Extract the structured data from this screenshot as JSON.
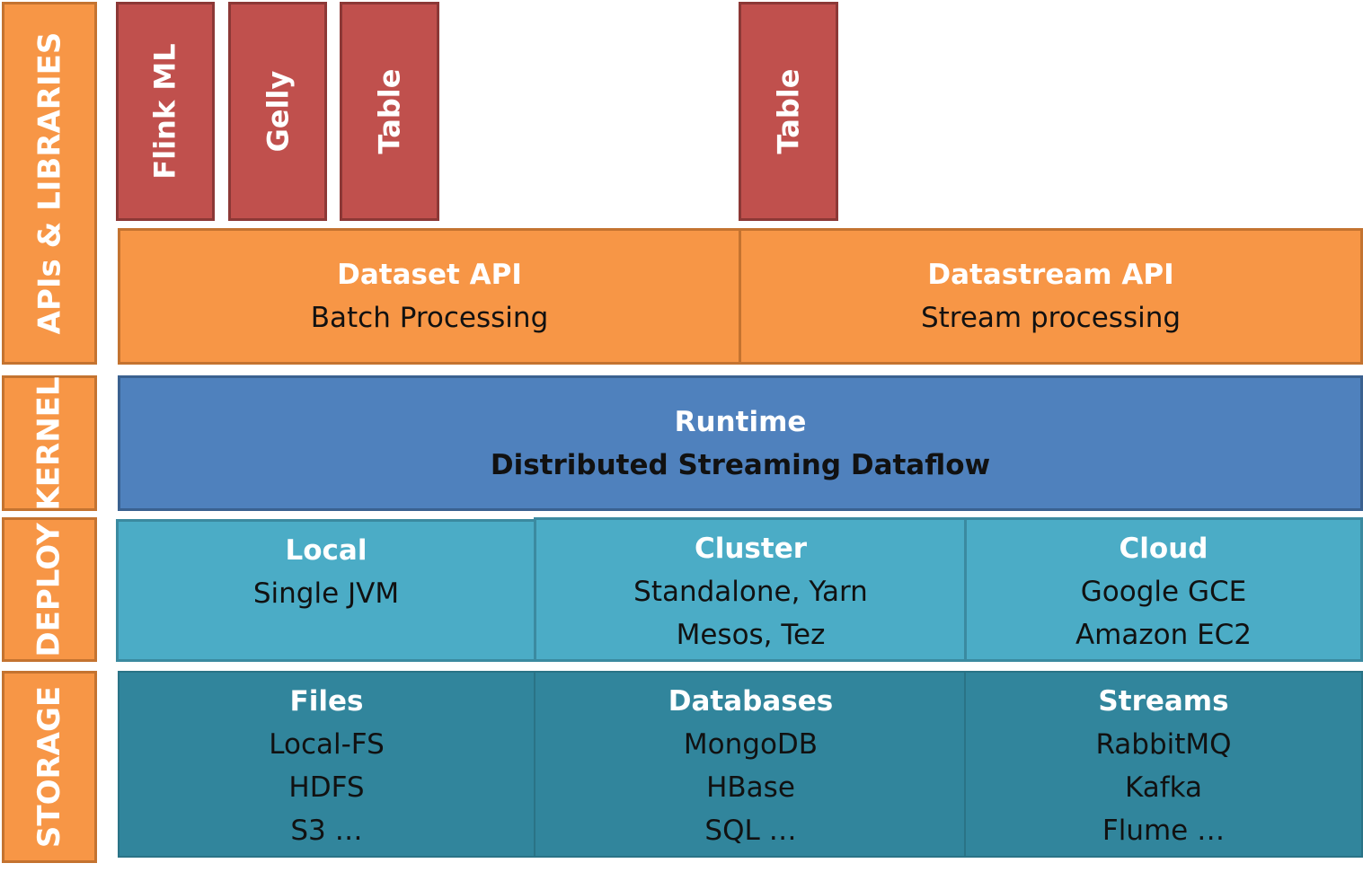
{
  "layers": {
    "apis": "APIs & LIBRARIES",
    "kernel": "KERNEL",
    "deploy": "DEPLOY",
    "storage": "STORAGE"
  },
  "libraries": [
    "Flink ML",
    "Gelly",
    "Table",
    "Table"
  ],
  "apis": {
    "dataset": {
      "title": "Dataset API",
      "subtitle": "Batch Processing"
    },
    "datastream": {
      "title": "Datastream API",
      "subtitle": "Stream processing"
    }
  },
  "kernel": {
    "title": "Runtime",
    "subtitle": "Distributed Streaming Dataflow"
  },
  "deploy": {
    "local": {
      "title": "Local",
      "lines": [
        "Single JVM"
      ]
    },
    "cluster": {
      "title": "Cluster",
      "lines": [
        "Standalone, Yarn",
        "Mesos, Tez"
      ]
    },
    "cloud": {
      "title": "Cloud",
      "lines": [
        "Google GCE",
        "Amazon EC2"
      ]
    }
  },
  "storage": {
    "files": {
      "title": "Files",
      "lines": [
        "Local-FS",
        "HDFS",
        "S3 …"
      ]
    },
    "databases": {
      "title": "Databases",
      "lines": [
        "MongoDB",
        "HBase",
        "SQL …"
      ]
    },
    "streams": {
      "title": "Streams",
      "lines": [
        "RabbitMQ",
        "Kafka",
        "Flume …"
      ]
    }
  },
  "colors": {
    "orange": "#f79646",
    "red": "#c0504d",
    "blue": "#4f81bd",
    "light_teal": "#4bacc6",
    "dark_teal": "#31859c"
  }
}
